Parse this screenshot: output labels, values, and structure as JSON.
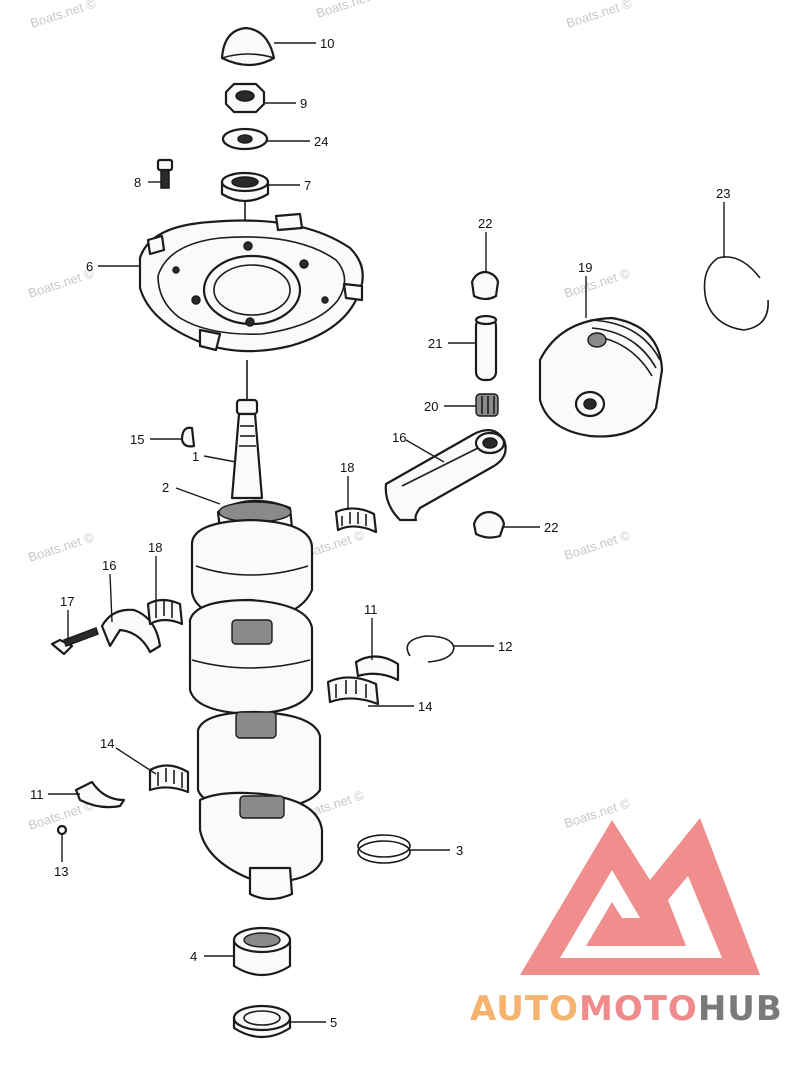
{
  "watermark": "Boats.net ©",
  "logo": {
    "part1": "AUTO",
    "part2": "MOTO",
    "part3": "HUB",
    "color1": "#f5b36e",
    "color2": "#f08b8b",
    "color3": "#7a7a7a",
    "mark_color": "#ee7a7a"
  },
  "callouts": {
    "c10": "10",
    "c9": "9",
    "c24": "24",
    "c7": "7",
    "c8": "8",
    "c6": "6",
    "c23": "23",
    "c22a": "22",
    "c19": "19",
    "c21": "21",
    "c20": "20",
    "c15": "15",
    "c1": "1",
    "c16a": "16",
    "c18a": "18",
    "c2": "2",
    "c22b": "22",
    "c16b": "16",
    "c18b": "18",
    "c17": "17",
    "c11a": "11",
    "c12": "12",
    "c14a": "14",
    "c14b": "14",
    "c11b": "11",
    "c13": "13",
    "c3": "3",
    "c4": "4",
    "c5": "5"
  }
}
